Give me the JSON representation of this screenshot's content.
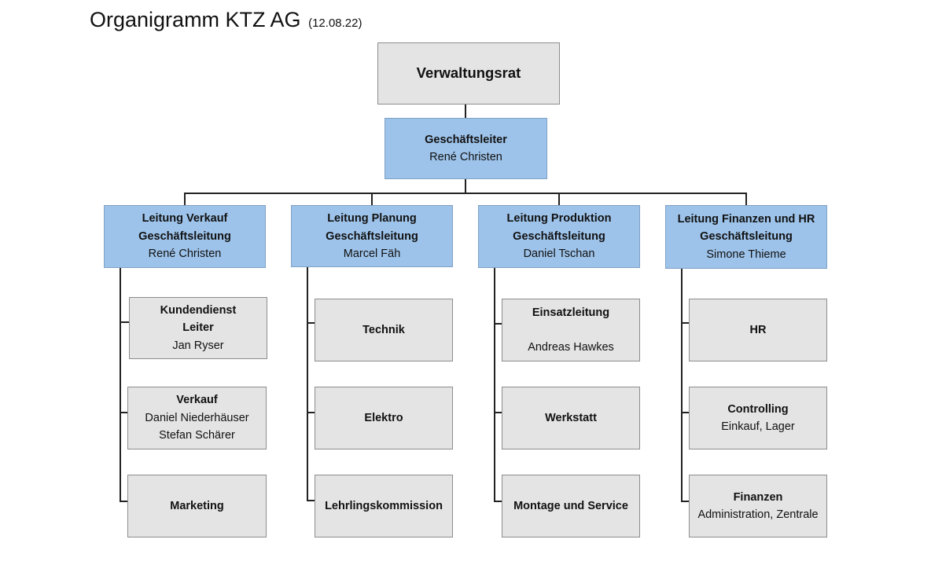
{
  "title": "Organigramm KTZ AG",
  "date": "(12.08.22)",
  "root": {
    "label": "Verwaltungsrat"
  },
  "ceo": {
    "role": "Geschäftsleiter",
    "name": "René Christen"
  },
  "departments": [
    {
      "role": "Leitung Verkauf",
      "subrole": "Geschäftsleitung",
      "name": "René Christen",
      "units": [
        {
          "title": "Kundendienst",
          "line2": "Leiter",
          "line3": "Jan Ryser"
        },
        {
          "title": "Verkauf",
          "line2": "Daniel Niederhäuser",
          "line3": "Stefan Schärer"
        },
        {
          "title": "Marketing"
        }
      ]
    },
    {
      "role": "Leitung Planung",
      "subrole": "Geschäftsleitung",
      "name": "Marcel Fäh",
      "units": [
        {
          "title": "Technik"
        },
        {
          "title": "Elektro"
        },
        {
          "title": "Lehrlingskommission"
        }
      ]
    },
    {
      "role": "Leitung Produktion",
      "subrole": "Geschäftsleitung",
      "name": "Daniel Tschan",
      "units": [
        {
          "title": "Einsatzleitung",
          "line3": "Andreas Hawkes"
        },
        {
          "title": "Werkstatt"
        },
        {
          "title": "Montage und Service"
        }
      ]
    },
    {
      "role": "Leitung Finanzen und HR",
      "subrole": "Geschäftsleitung",
      "name": "Simone Thieme",
      "units": [
        {
          "title": "HR"
        },
        {
          "title": "Controlling",
          "line2": "Einkauf, Lager"
        },
        {
          "title": "Finanzen",
          "line2": "Administration, Zentrale"
        }
      ]
    }
  ]
}
